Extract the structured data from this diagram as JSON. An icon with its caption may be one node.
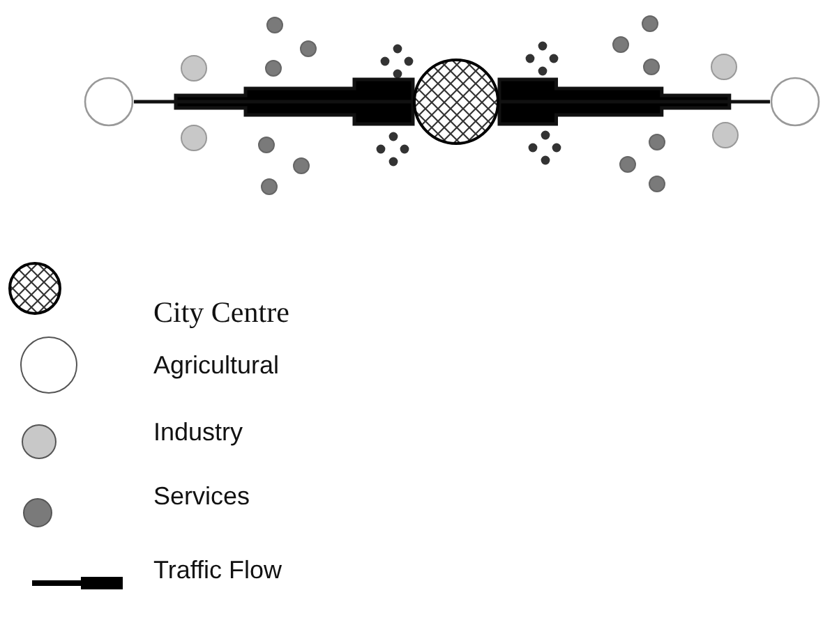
{
  "diagram": {
    "nodes": [
      {
        "text": [],
        "shape": "circle"
      },
      {
        "text": [],
        "shape": "circle"
      },
      {
        "text": [],
        "shape": "circle"
      }
    ],
    "edges": [
      {
        "from": 0,
        "to": 1,
        "arrow": "none",
        "style": "thick"
      },
      {
        "from": 2,
        "to": 1,
        "arrow": "none",
        "style": "thick"
      }
    ],
    "legend": [
      {
        "text": "City Centre"
      },
      {
        "text": "Agricultural",
        "color": "#ffffff"
      },
      {
        "text": "Industry",
        "color": "#c8c8c8"
      },
      {
        "text": "Services",
        "color": "#7a7a7a"
      },
      {
        "text": "Traffic Flow"
      }
    ]
  }
}
